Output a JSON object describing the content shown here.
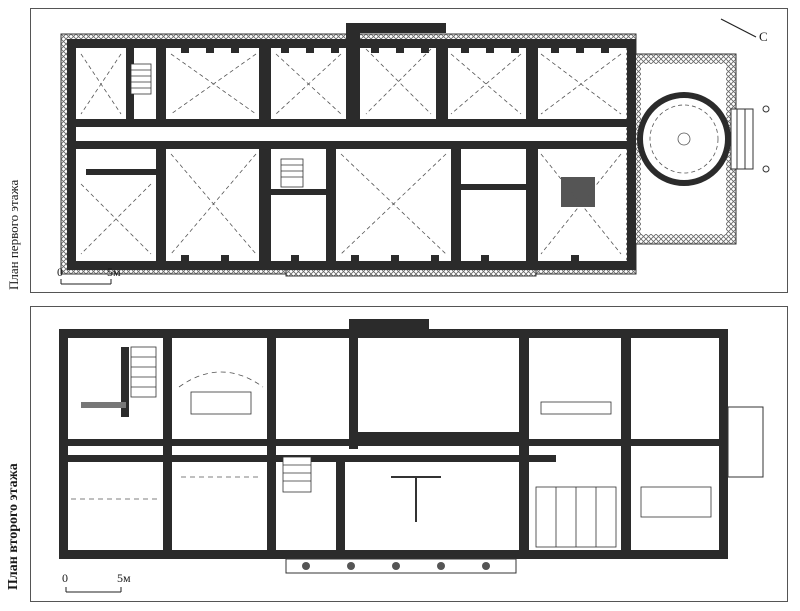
{
  "plans": [
    {
      "id": "first-floor",
      "title": "План первого этажа",
      "scale": {
        "zero": "0",
        "length": "5м"
      }
    },
    {
      "id": "second-floor",
      "title": "План второго этажа",
      "scale": {
        "zero": "0",
        "length": "5м"
      }
    }
  ],
  "north_arrow": {
    "label": "С"
  },
  "colors": {
    "wall": "#2b2b2b",
    "hatch": "#8a8a8a",
    "paper": "#ffffff"
  }
}
